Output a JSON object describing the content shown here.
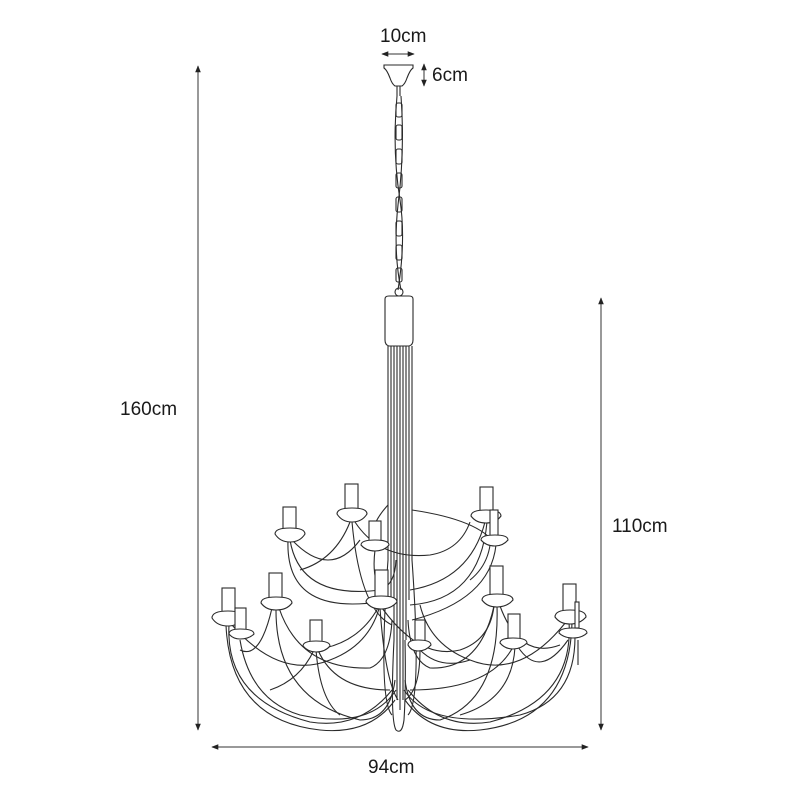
{
  "diagram": {
    "subject": "chandelier dimension drawing",
    "line_color": "#2a2a2a",
    "background": "#ffffff",
    "dimensions": {
      "canopy_width": {
        "label": "10cm",
        "orientation": "horizontal"
      },
      "canopy_height": {
        "label": "6cm",
        "orientation": "vertical"
      },
      "total_height": {
        "label": "160cm",
        "orientation": "vertical"
      },
      "body_height": {
        "label": "110cm",
        "orientation": "vertical"
      },
      "width": {
        "label": "94cm",
        "orientation": "horizontal"
      }
    },
    "parts": {
      "canopy": "ceiling canopy",
      "chain": "suspension chain",
      "column": "central cylinder column",
      "arms": "curved arms",
      "tiers": [
        {
          "name": "upper tier",
          "candle_count": 6
        },
        {
          "name": "lower tier",
          "candle_count": 12
        }
      ]
    }
  }
}
